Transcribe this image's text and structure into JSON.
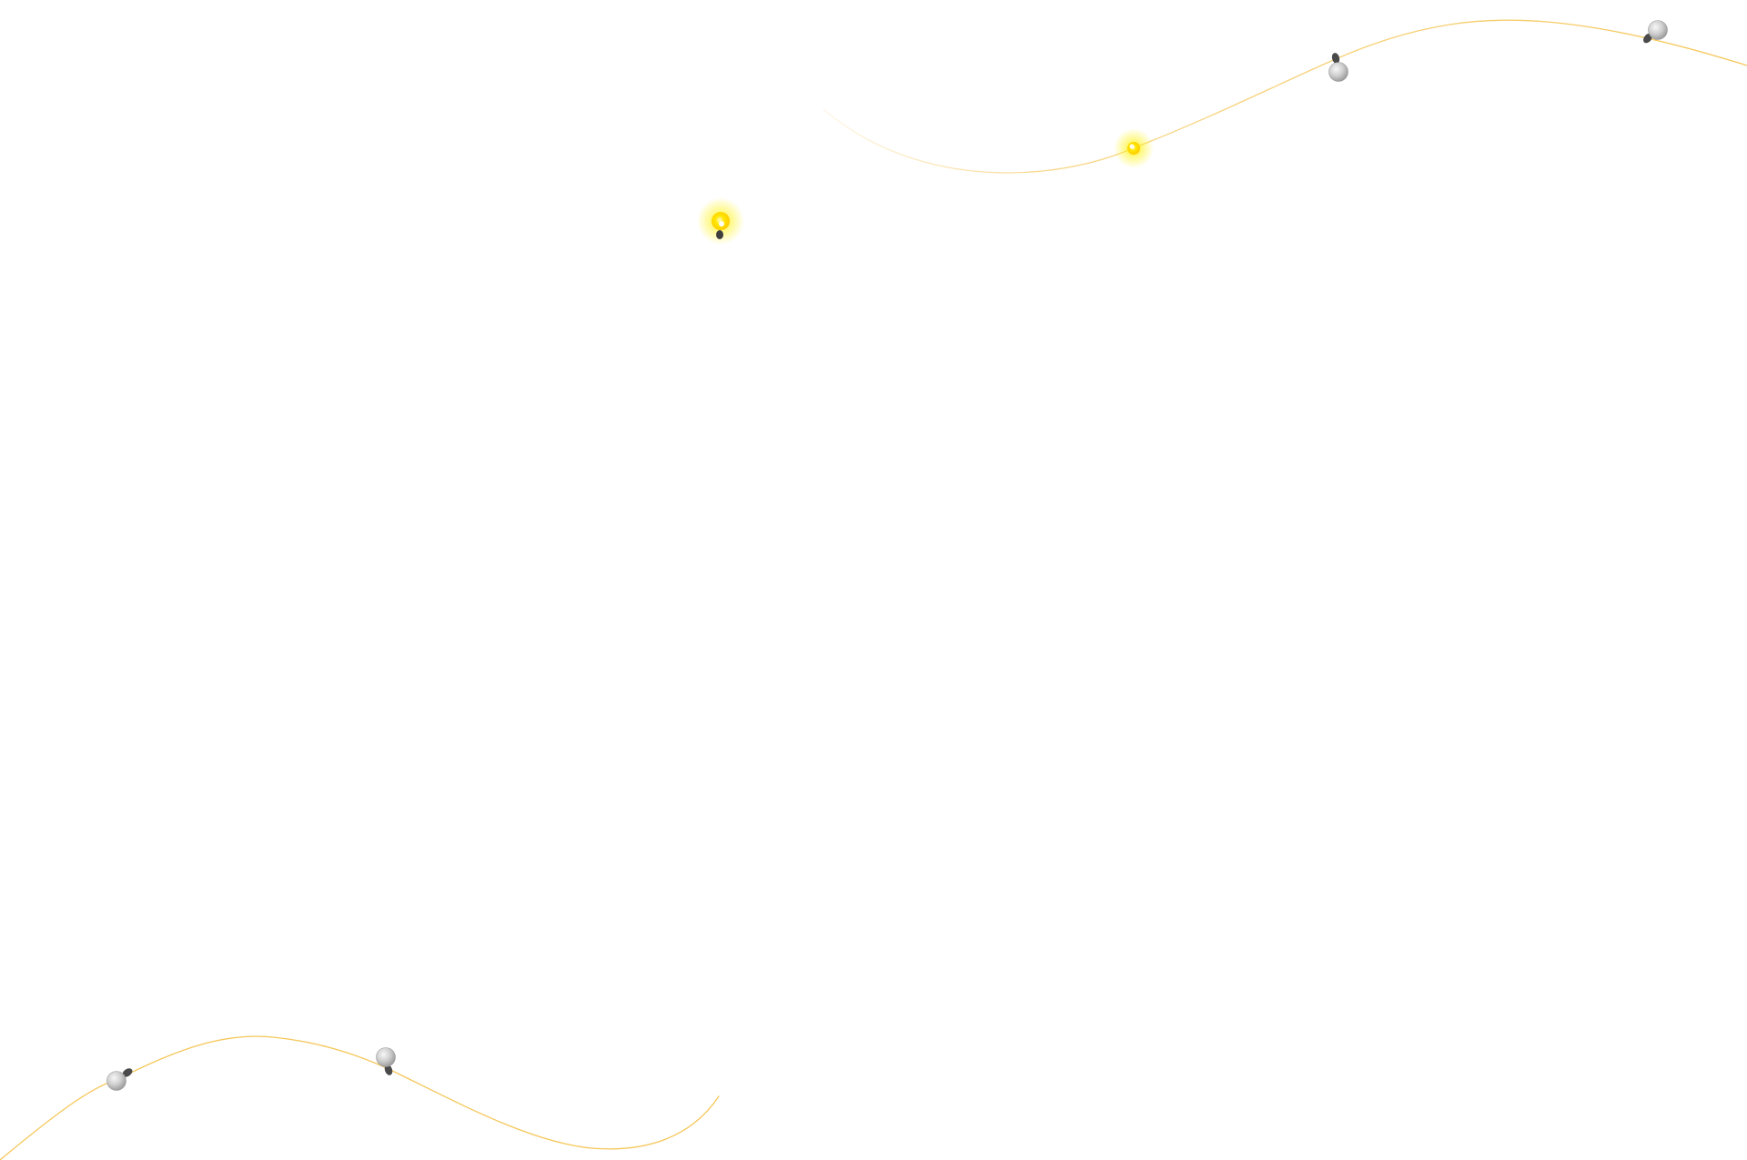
{
  "colors": {
    "background": "#ffffff",
    "wire": "#f5c75a",
    "bulb_lit": "#ffe600",
    "bulb_lit_glow": "#fff200",
    "bulb_off": "#c8c8c8",
    "bulb_off_highlight": "#f4f4f4",
    "socket": "#4a4a4a"
  },
  "strands": [
    {
      "name": "top-right-strand",
      "bulbs": [
        {
          "name": "bulb-top-lit",
          "state": "lit"
        },
        {
          "name": "bulb-top-off-1",
          "state": "off"
        },
        {
          "name": "bulb-top-off-2",
          "state": "off"
        }
      ]
    },
    {
      "name": "bottom-left-strand",
      "bulbs": [
        {
          "name": "bulb-bottom-off-1",
          "state": "off"
        },
        {
          "name": "bulb-bottom-off-2",
          "state": "off"
        }
      ]
    }
  ],
  "loose_bulbs": [
    {
      "name": "bulb-loose-lit",
      "state": "lit"
    }
  ]
}
